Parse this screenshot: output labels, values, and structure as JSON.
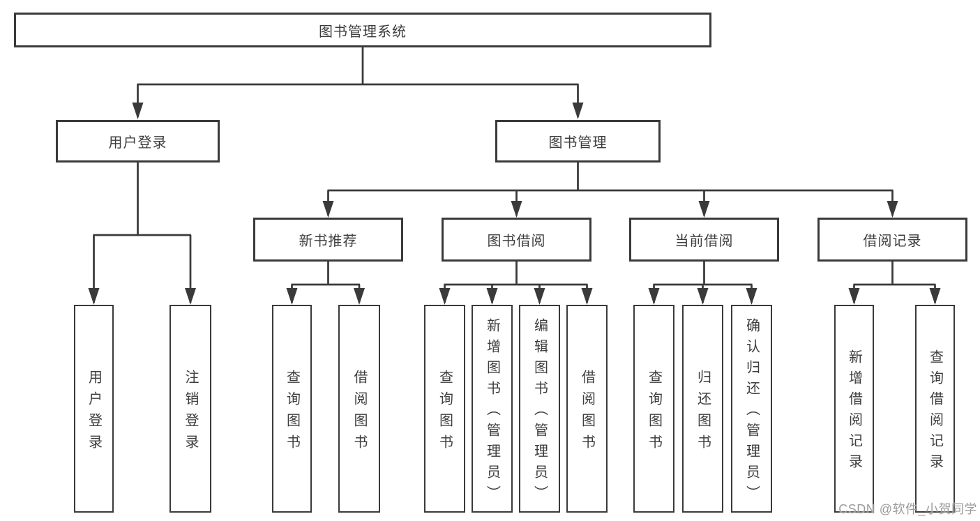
{
  "diagram": {
    "root": {
      "label": "图书管理系统"
    },
    "level2": [
      {
        "label": "用户登录"
      },
      {
        "label": "图书管理"
      }
    ],
    "level3": [
      {
        "label": "新书推荐"
      },
      {
        "label": "图书借阅"
      },
      {
        "label": "当前借阅"
      },
      {
        "label": "借阅记录"
      }
    ],
    "leaves": {
      "user_login": [
        "用户登录",
        "注销登录"
      ],
      "new_book": [
        "查询图书",
        "借阅图书"
      ],
      "borrow": [
        "查询图书",
        "新增图书（管理员）",
        "编辑图书（管理员）",
        "借阅图书"
      ],
      "current": [
        "查询图书",
        "归还图书",
        "确认归还（管理员）"
      ],
      "records": [
        "新增借阅记录",
        "查询借阅记录"
      ]
    },
    "watermark": "CSDN @软件_小贺同学",
    "colors": {
      "background": "#ffffff",
      "box_fill": "#ffffff",
      "box_border": "#3a3a3a",
      "line": "#3a3a3a",
      "text": "#3d3d3d",
      "watermark": "#9c9c9c"
    }
  }
}
